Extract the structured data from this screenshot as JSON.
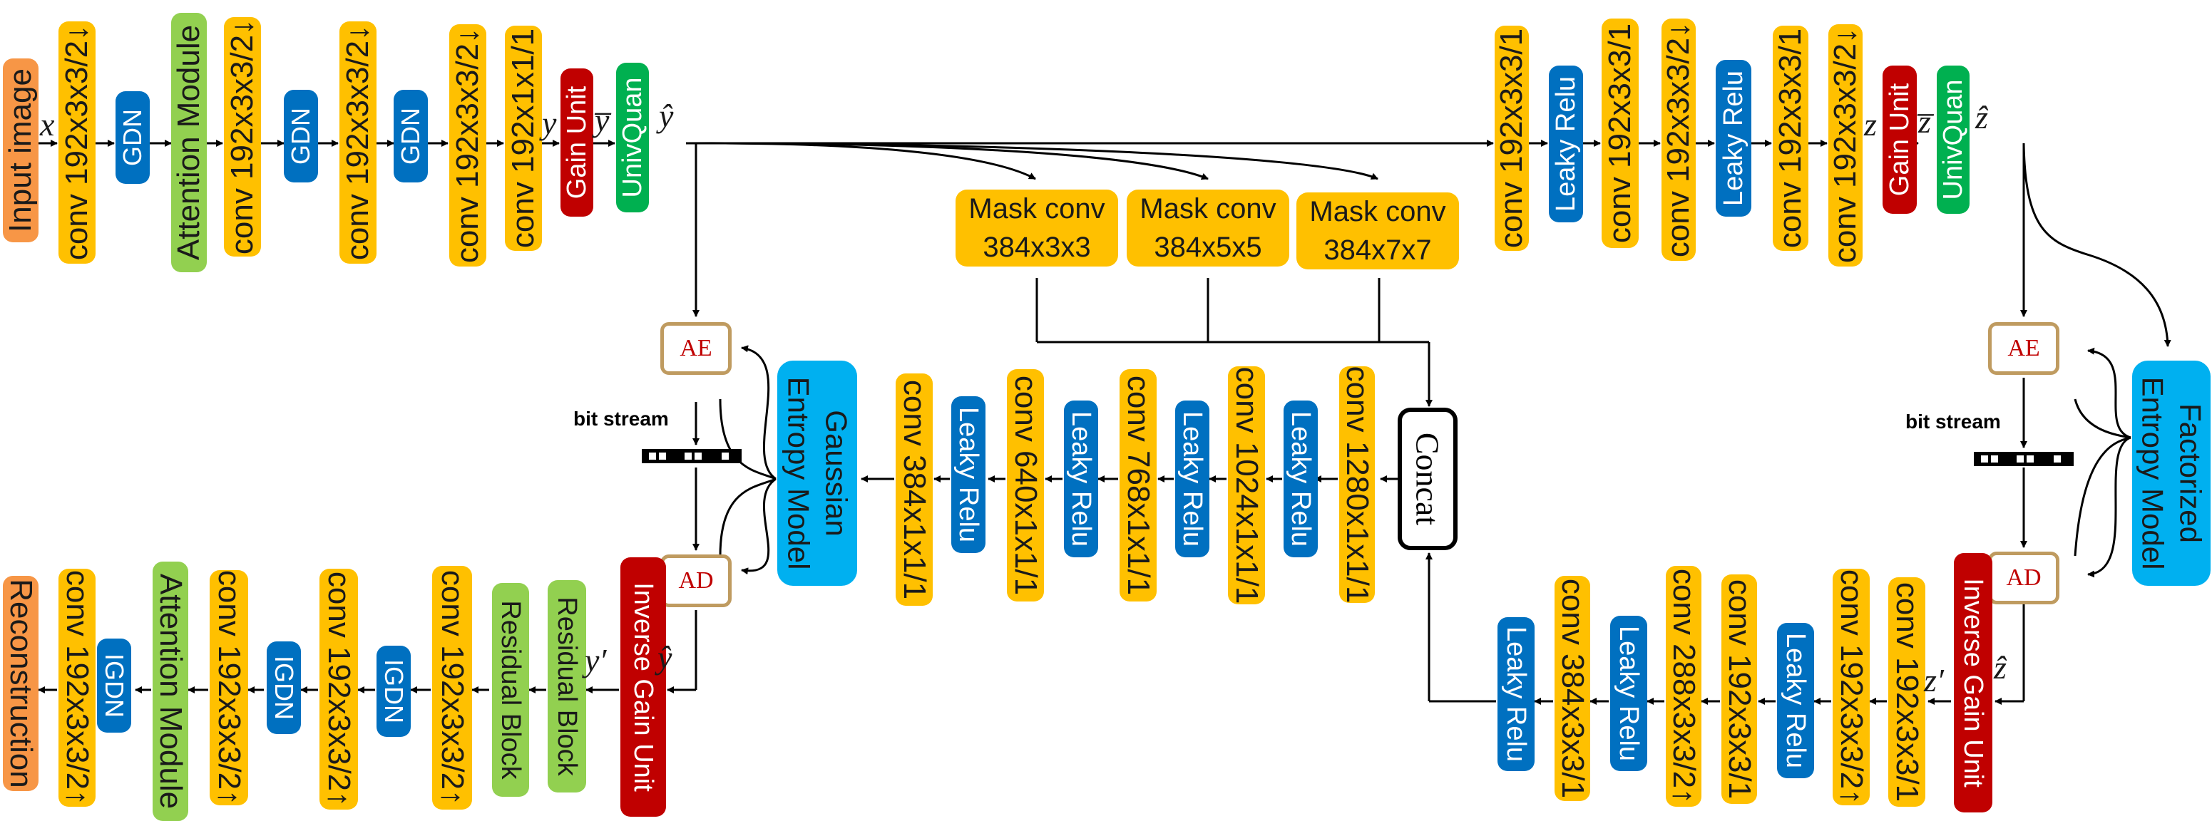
{
  "diagram": {
    "main_encoder": {
      "input": "Input image",
      "conv1": "conv 192x3x3/2↓",
      "gdn1": "GDN",
      "attention": "Attention Module",
      "conv2": "conv 192x3x3/2↓",
      "gdn2": "GDN",
      "conv3": "conv 192x3x3/2↓",
      "gdn3": "GDN",
      "conv4": "conv 192x3x3/2↓",
      "conv5": "conv 192x1x1/1",
      "gain": "Gain Unit",
      "quant": "UnivQuan"
    },
    "hyper_encoder": {
      "conv1": "conv 192x3x3/1",
      "relu1": "Leaky Relu",
      "conv2": "conv 192x3x3/1",
      "conv3": "conv 192x3x3/2↓",
      "relu2": "Leaky Relu",
      "conv4": "conv 192x3x3/1",
      "conv5": "conv 192x3x3/2↓",
      "gain": "Gain Unit",
      "quant": "UnivQuan"
    },
    "mask_convs": [
      "Mask conv\n384x3x3",
      "Mask conv\n384x5x5",
      "Mask conv\n384x7x7"
    ],
    "context_model": {
      "concat": "Concat",
      "conv1280": "conv 1280x1x1/1",
      "relu_a": "Leaky Relu",
      "conv1024": "conv 1024x1x1/1",
      "relu_b": "Leaky Relu",
      "conv768": "conv 768x1x1/1",
      "relu_c": "Leaky Relu",
      "conv640": "conv 640x1x1/1",
      "relu_d": "Leaky Relu",
      "conv384": "conv 384x1x1/1"
    },
    "gaussian_model": "Gaussian\nEntropy Model",
    "factorized_model": "Factorized\nEntropy Model",
    "coders": {
      "ae": "AE",
      "ad": "AD"
    },
    "bit_stream": "bit stream",
    "main_decoder": {
      "inverse_gain": "Inverse Gain Unit",
      "res1": "Residual Block",
      "res2": "Residual Block",
      "conv1": "conv 192x3x3/2↑",
      "igdn1": "IGDN",
      "conv2": "conv 192x3x3/2↑",
      "igdn2": "IGDN",
      "conv3": "conv 192x3x3/2↑",
      "attention": "Attention Module",
      "igdn3": "IGDN",
      "conv4": "conv 192x3x3/2↑",
      "output": "Reconstruction"
    },
    "hyper_decoder": {
      "inverse_gain": "Inverse Gain Unit",
      "conv1": "conv 192x3x3/1",
      "conv2": "conv 192x3x3/2↑",
      "relu1": "Leaky Relu",
      "conv3": "conv 192x3x3/1",
      "conv4": "conv 288x3x3/2↑",
      "relu2": "Leaky Relu",
      "conv5": "conv 384x3x3/1",
      "relu3": "Leaky Relu"
    },
    "symbols": {
      "x": "x",
      "y": "y",
      "y_bar": "y̅",
      "y_hat": "ŷ",
      "z": "z",
      "z_bar": "z̅",
      "z_hat": "ẑ",
      "y_prime": "y′",
      "z_prime": "z′"
    },
    "colors": {
      "conv": "#FFC000",
      "gdn_relu": "#0070C0",
      "attention_residual": "#92D050",
      "quantizer": "#00B050",
      "gain": "#C00000",
      "io": "#F79646",
      "entropy_model": "#00B0F0",
      "coder_border": "#BF9B60"
    }
  }
}
